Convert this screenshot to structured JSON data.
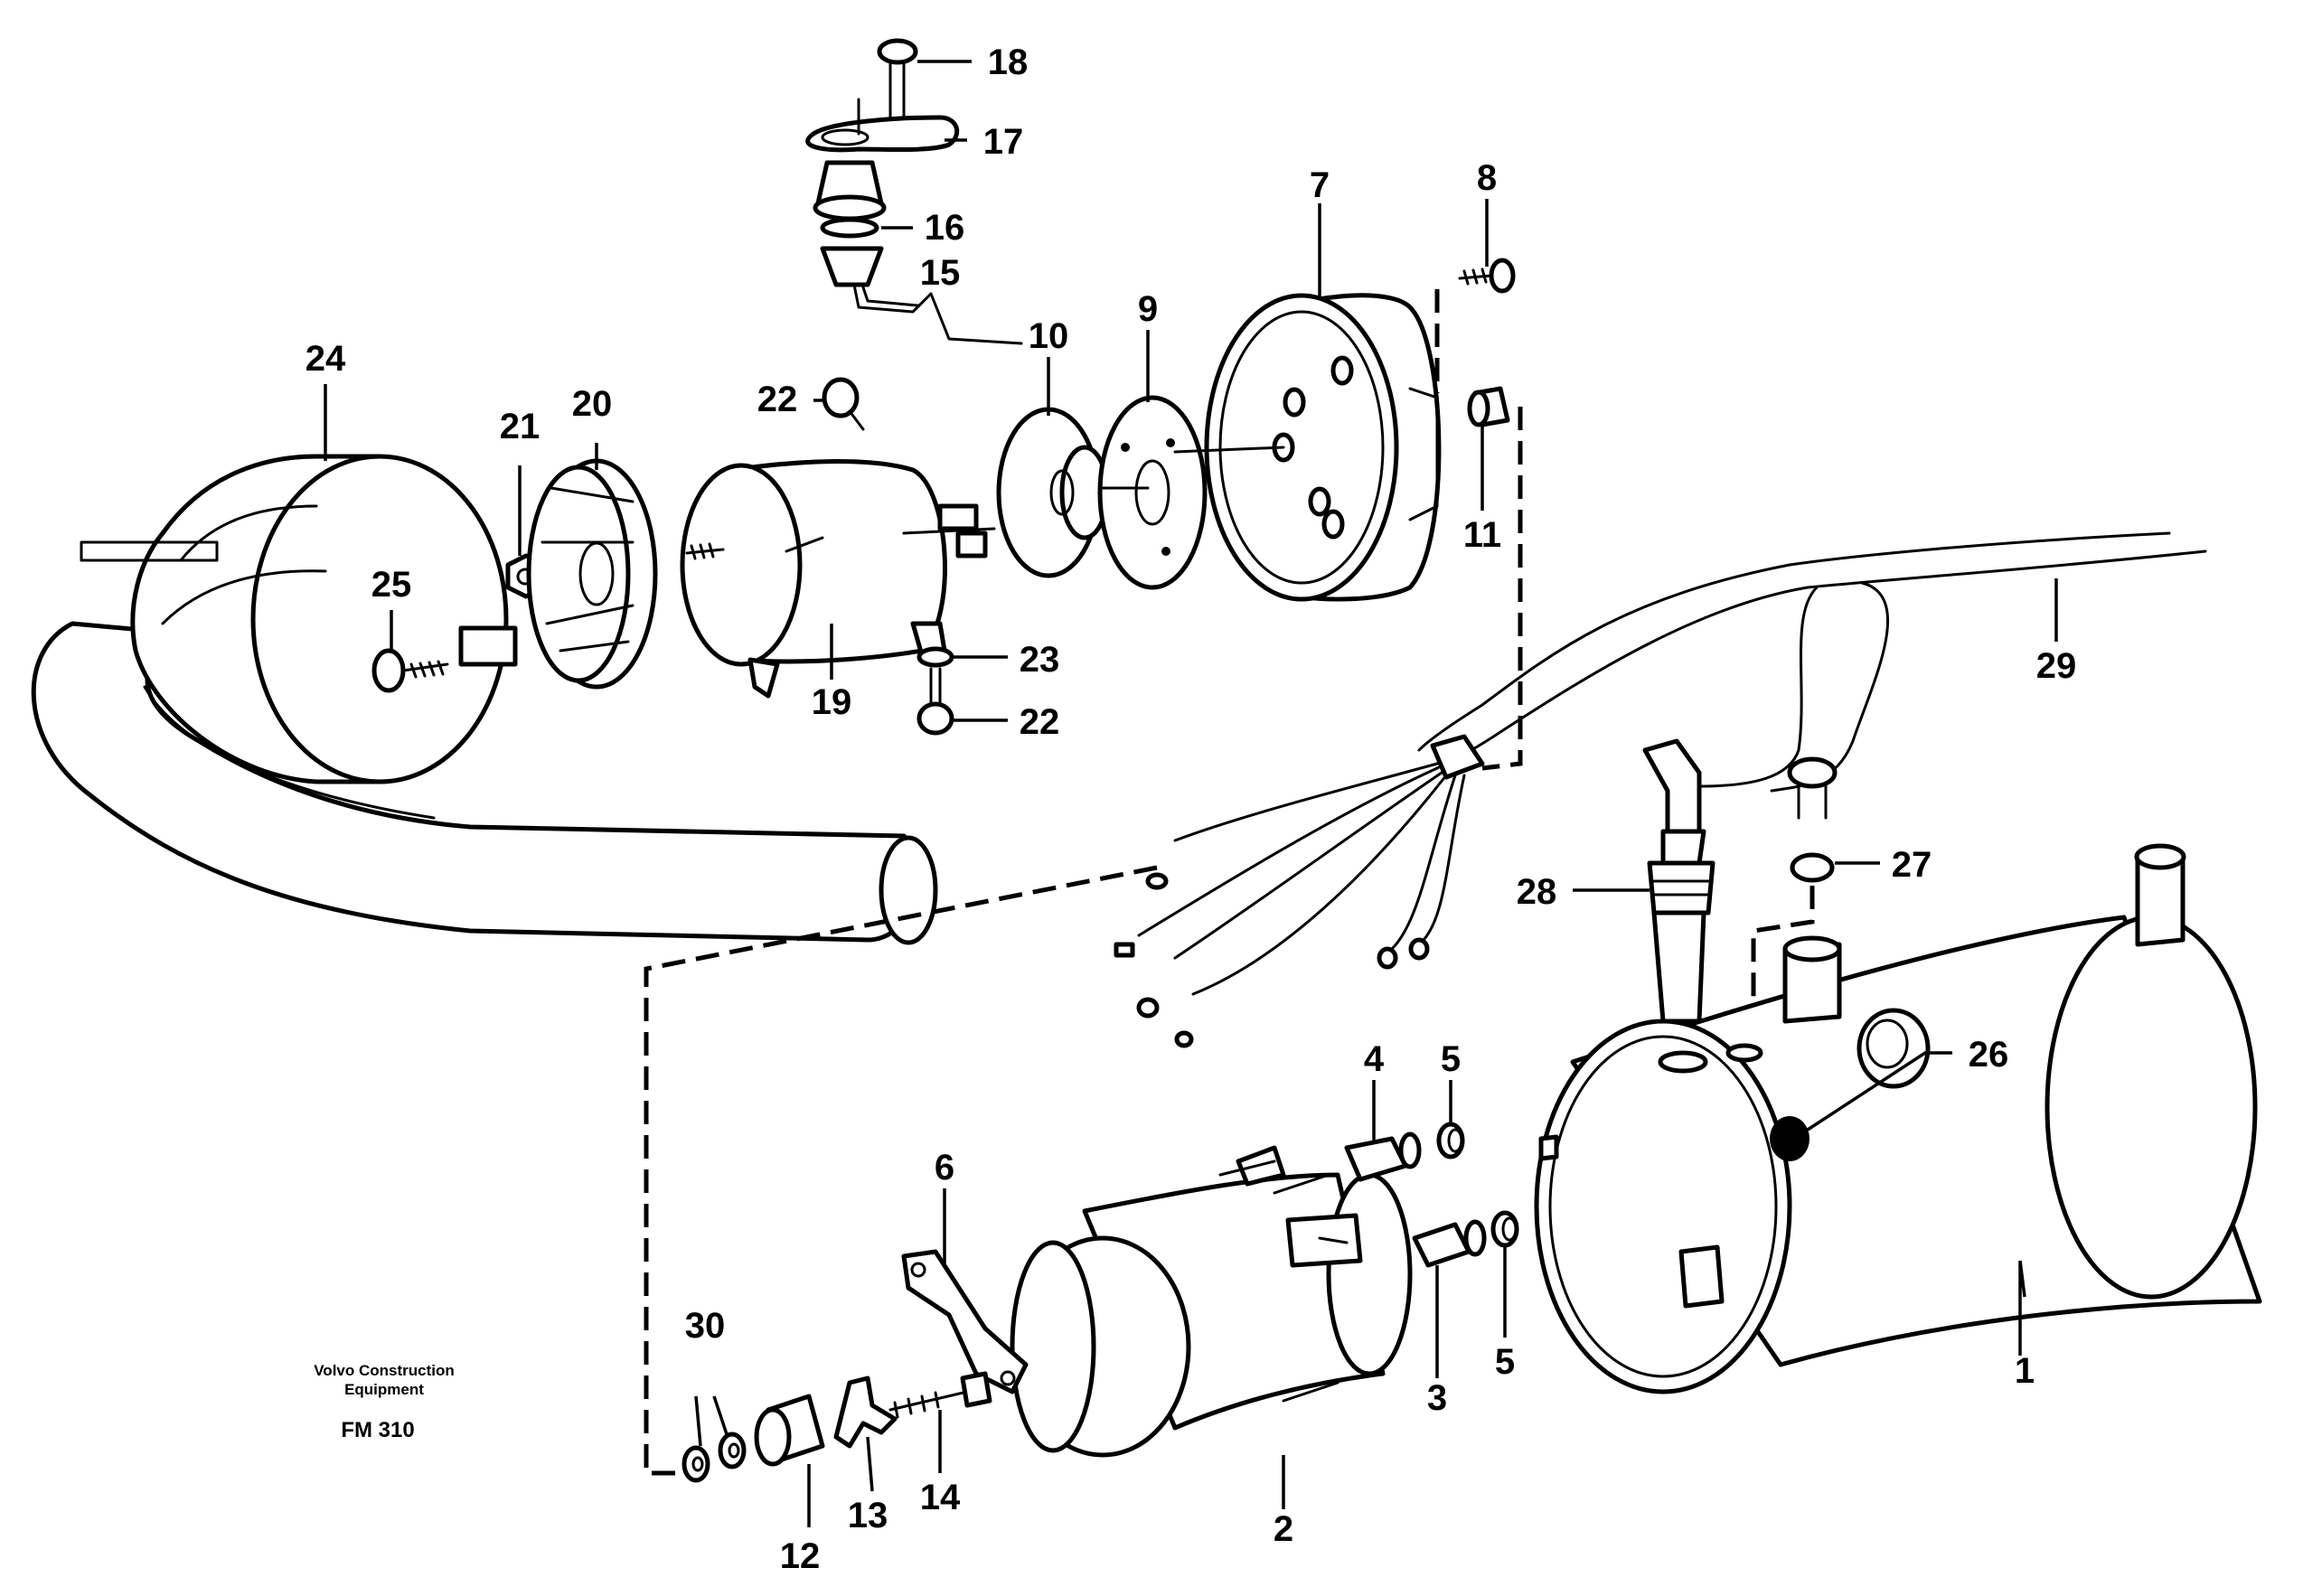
{
  "caption": {
    "brand_line1": "Volvo Construction",
    "brand_line2": "Equipment",
    "code": "FM 310"
  },
  "callouts": {
    "c1": "1",
    "c2": "2",
    "c3": "3",
    "c4": "4",
    "c5a": "5",
    "c5b": "5",
    "c6": "6",
    "c7": "7",
    "c8": "8",
    "c9": "9",
    "c10": "10",
    "c11": "11",
    "c12": "12",
    "c13": "13",
    "c14": "14",
    "c15": "15",
    "c16": "16",
    "c17": "17",
    "c18": "18",
    "c19": "19",
    "c20": "20",
    "c21": "21",
    "c22a": "22",
    "c22b": "22",
    "c23": "23",
    "c24": "24",
    "c25": "25",
    "c26": "26",
    "c27": "27",
    "c28": "28",
    "c29": "29",
    "c30": "30"
  }
}
